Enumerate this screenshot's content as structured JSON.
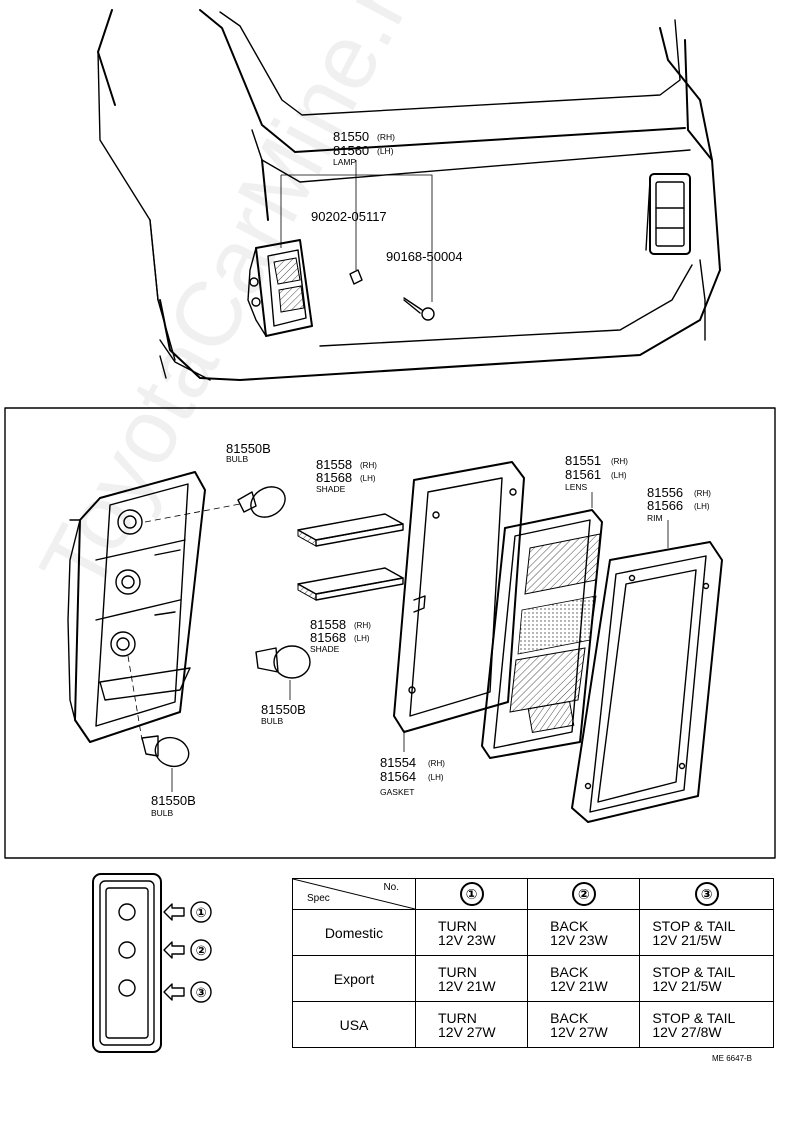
{
  "callouts": {
    "lamp_rh": "81550",
    "lamp_rh_side": "(RH)",
    "lamp_lh": "81560",
    "lamp_lh_side": "(LH)",
    "lamp_name": "LAMP",
    "nut": "90202-05117",
    "screw": "90168-50004",
    "bulb_top": "81550B",
    "bulb_top_name": "BULB",
    "bulb_mid": "81550B",
    "bulb_mid_name": "BULB",
    "bulb_bottom": "81550B",
    "bulb_bottom_name": "BULB",
    "shade_upper_rh": "81558",
    "shade_upper_rh_side": "(RH)",
    "shade_upper_lh": "81568",
    "shade_upper_lh_side": "(LH)",
    "shade_upper_name": "SHADE",
    "shade_lower_rh": "81558",
    "shade_lower_rh_side": "(RH)",
    "shade_lower_lh": "81568",
    "shade_lower_lh_side": "(LH)",
    "shade_lower_name": "SHADE",
    "lens_rh": "81551",
    "lens_rh_side": "(RH)",
    "lens_lh": "81561",
    "lens_lh_side": "(LH)",
    "lens_name": "LENS",
    "rim_rh": "81556",
    "rim_rh_side": "(RH)",
    "rim_lh": "81566",
    "rim_lh_side": "(LH)",
    "rim_name": "RIM",
    "gasket_rh": "81554",
    "gasket_rh_side": "(RH)",
    "gasket_lh": "81564",
    "gasket_lh_side": "(LH)",
    "gasket_name": "GASKET"
  },
  "bulb_positions": [
    "①",
    "②",
    "③"
  ],
  "spec_table": {
    "corner_spec": "Spec",
    "corner_no": "No.",
    "columns": [
      "①",
      "②",
      "③"
    ],
    "rows": [
      {
        "name": "Domestic",
        "cells": [
          [
            "TURN",
            "12V 23W"
          ],
          [
            "BACK",
            "12V 23W"
          ],
          [
            "STOP & TAIL",
            "12V 21/5W"
          ]
        ]
      },
      {
        "name": "Export",
        "cells": [
          [
            "TURN",
            "12V 21W"
          ],
          [
            "BACK",
            "12V 21W"
          ],
          [
            "STOP & TAIL",
            "12V 21/5W"
          ]
        ]
      },
      {
        "name": "USA",
        "cells": [
          [
            "TURN",
            "12V 27W"
          ],
          [
            "BACK",
            "12V 27W"
          ],
          [
            "STOP & TAIL",
            "12V 27/8W"
          ]
        ]
      }
    ]
  },
  "figure_code": "ME 6647-B",
  "watermark": "ToyotaCarMine.ru"
}
